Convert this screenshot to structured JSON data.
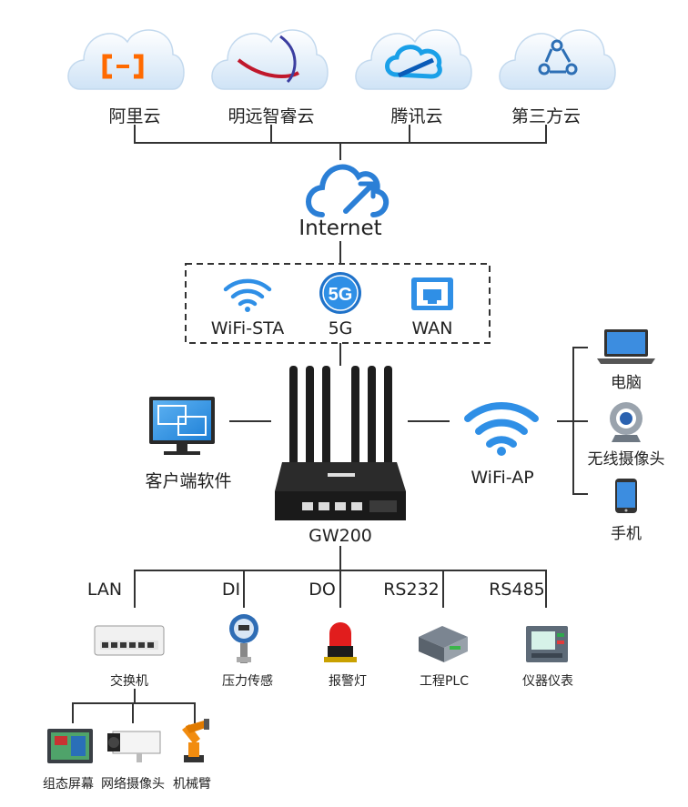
{
  "clouds": [
    {
      "label": "阿里云",
      "icon": "aliyun-logo-icon",
      "color": "#ff6a00"
    },
    {
      "label": "明远智睿云",
      "icon": "mingyuan-logo-icon",
      "color": "#c0182c"
    },
    {
      "label": "腾讯云",
      "icon": "tencent-cloud-logo-icon",
      "color": "#1aa0e8"
    },
    {
      "label": "第三方云",
      "icon": "share-network-icon",
      "color": "#2d6fb5"
    }
  ],
  "internet": {
    "label": "Internet",
    "icon": "internet-cloud-icon"
  },
  "uplinks": [
    {
      "label": "WiFi-STA",
      "icon": "wifi-icon"
    },
    {
      "label": "5G",
      "icon": "5g-badge-icon",
      "badge": "5G"
    },
    {
      "label": "WAN",
      "icon": "ethernet-port-icon"
    }
  ],
  "gateway": {
    "label": "GW200",
    "icon": "router-icon"
  },
  "client": {
    "label": "客户端软件",
    "icon": "monitor-icon"
  },
  "wifi_ap": {
    "label": "WiFi-AP",
    "icon": "wifi-icon"
  },
  "wifi_devices": [
    {
      "label": "电脑",
      "icon": "laptop-icon"
    },
    {
      "label": "无线摄像头",
      "icon": "webcam-icon"
    },
    {
      "label": "手机",
      "icon": "phone-icon"
    }
  ],
  "interfaces": [
    {
      "label": "LAN",
      "device": "交换机",
      "icon": "switch-icon"
    },
    {
      "label": "DI",
      "device": "压力传感",
      "icon": "pressure-gauge-icon"
    },
    {
      "label": "DO",
      "device": "报警灯",
      "icon": "alarm-light-icon"
    },
    {
      "label": "RS232",
      "device": "工程PLC",
      "icon": "plc-icon"
    },
    {
      "label": "RS485",
      "device": "仪器仪表",
      "icon": "instrument-panel-icon"
    }
  ],
  "lan_devices": [
    {
      "label": "组态屏幕",
      "icon": "hmi-screen-icon"
    },
    {
      "label": "网络摄像头",
      "icon": "bullet-camera-icon"
    },
    {
      "label": "机械臂",
      "icon": "robot-arm-icon"
    }
  ],
  "colors": {
    "line": "#333333",
    "wifi_blue": "#2f8fe6",
    "cloud_bg": "#dcecf9",
    "router": "#1e1e1e"
  }
}
